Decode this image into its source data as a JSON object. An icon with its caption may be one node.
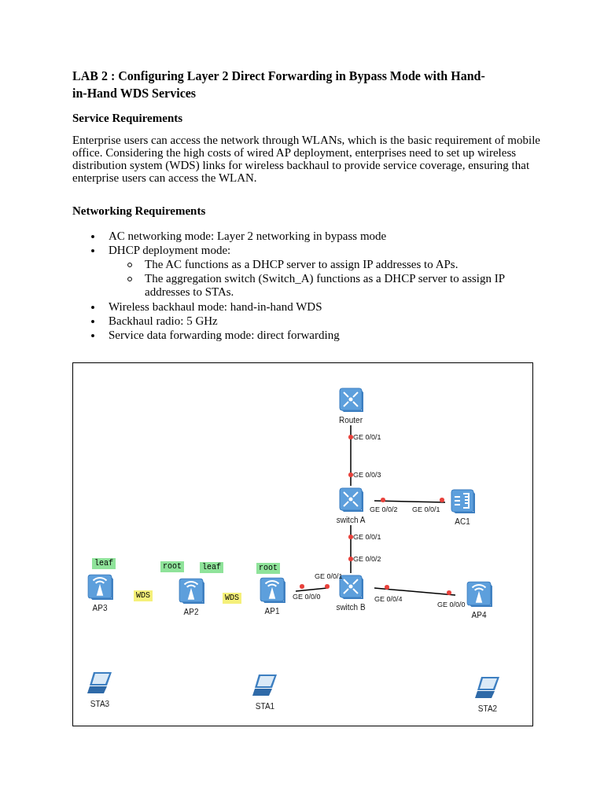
{
  "diagram": {
    "title": "LAB 2 :  Configuring Layer 2 Direct Forwarding in Bypass Mode with Hand-in-Hand WDS Services",
    "nodes": [
      {
        "text": [
          "Router"
        ]
      },
      {
        "text": [
          "switch A"
        ]
      },
      {
        "text": [
          "AC1"
        ]
      },
      {
        "text": [
          "leaf"
        ]
      },
      {
        "text": [
          "root"
        ]
      },
      {
        "text": [
          "leaf"
        ]
      },
      {
        "text": [
          "root"
        ]
      },
      {
        "text": [
          "AP3"
        ]
      },
      {
        "text": [
          "WDS"
        ]
      },
      {
        "text": [
          "AP2"
        ]
      },
      {
        "text": [
          "WDS"
        ]
      },
      {
        "text": [
          "AP1"
        ]
      },
      {
        "text": [
          "switch B"
        ]
      },
      {
        "text": [
          "AP4"
        ]
      },
      {
        "text": [
          "STA3"
        ]
      },
      {
        "text": [
          "STA1"
        ]
      },
      {
        "text": [
          "STA2"
        ]
      }
    ],
    "edges": [
      {
        "from": 0,
        "to": 1,
        "arrow": "none"
      },
      {
        "from": 1,
        "to": 2,
        "arrow": "none"
      },
      {
        "from": 1,
        "to": 12,
        "arrow": "none"
      },
      {
        "from": 12,
        "to": 11,
        "arrow": "none"
      },
      {
        "from": 12,
        "to": 13,
        "arrow": "none"
      }
    ],
    "labels": [
      "Service Requirements",
      "Enterprise users can access the network through WLANs, which is the basic requirement of mobile office. Considering the high costs of wired AP deployment, enterprises need to set up wireless distribution system (WDS) links for wireless backhaul to provide service coverage, ensuring that enterprise users can access the WLAN.",
      "Networking Requirements",
      "AC networking mode: Layer 2 networking in bypass mode",
      "DHCP deployment mode:",
      "The AC functions as a DHCP server to assign IP addresses to APs.",
      "The aggregation switch (Switch_A) functions as a DHCP server to assign IP addresses to STAs.",
      "Wireless backhaul mode: hand-in-hand WDS",
      "Backhaul radio: 5 GHz",
      "Service data forwarding mode: direct forwarding",
      "GE 0/0/1",
      "GE 0/0/3",
      "GE 0/0/2",
      "GE 0/0/1",
      "GE 0/0/1",
      "GE 0/0/2",
      "GE 0/0/1",
      "GE 0/0/0",
      "GE 0/0/4",
      "GE 0/0/0"
    ]
  }
}
